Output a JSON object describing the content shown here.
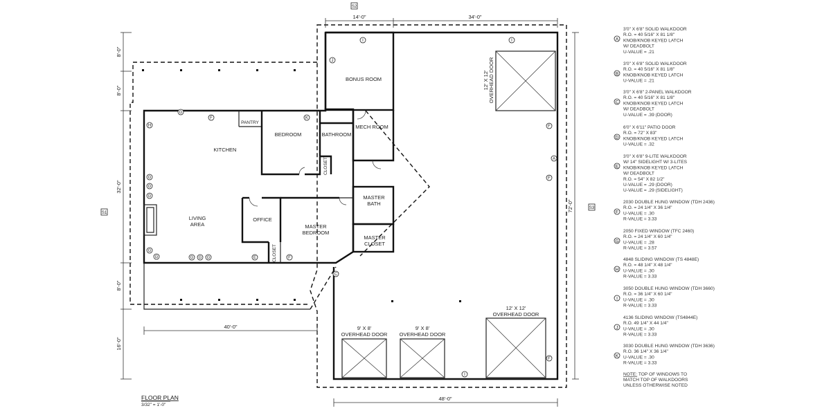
{
  "drawing": {
    "title": "FLOOR PLAN",
    "scale": "3/32\" = 1'-0\""
  },
  "rooms": {
    "kitchen": "KITCHEN",
    "pantry": "PANTRY",
    "bedroom": "BEDROOM",
    "bathroom": "BATHROOM",
    "closet": "CLOSET",
    "mechroom": "MECH ROOM",
    "bonus": "BONUS ROOM",
    "living_1": "LIVING",
    "living_2": "AREA",
    "office": "OFFICE",
    "master_bed_1": "MASTER",
    "master_bed_2": "BEDROOM",
    "master_bath_1": "MASTER",
    "master_bath_2": "BATH",
    "master_closet_1": "MASTER",
    "master_closet_2": "CLOSET"
  },
  "overhead_doors": {
    "large_top_1": "12' X 12'",
    "large_top_2": "OVERHEAD DOOR",
    "small_left_1": "9' X 8'",
    "small_left_2": "OVERHEAD DOOR",
    "small_mid_1": "9' X 8'",
    "small_mid_2": "OVERHEAD DOOR",
    "large_bottom_1": "12' X 12'",
    "large_bottom_2": "OVERHEAD DOOR"
  },
  "dimensions": {
    "top_left": "14'-0\"",
    "top_right": "34'-0\"",
    "left_1": "8'-0\"",
    "left_2": "8'-0\"",
    "left_3": "32'-0\"",
    "left_4": "8'-0\"",
    "left_5": "16'-0\"",
    "right": "72'-0\"",
    "bottom_40": "40'-0\"",
    "bottom_48": "48'-0\""
  },
  "sections": {
    "top": "S2",
    "left": "S1",
    "right": "S3"
  },
  "schedule": [
    {
      "key": "A",
      "lines": [
        "3'0\" X 6'8\" SOLID WALKDOOR",
        "R.O. = 40 5/16\" X 81 1/8\"",
        "KNOB/KNOB KEYED LATCH",
        "W/ DEADBOLT",
        "U-VALUE = .21"
      ]
    },
    {
      "key": "B",
      "lines": [
        "3'0\" X 6'8\" SOLID WALKDOOR",
        "R.O. = 40 5/16\" X 81 1/8\"",
        "KNOB/KNOB KEYED LATCH",
        "U-VALUE = .21"
      ]
    },
    {
      "key": "C",
      "lines": [
        "3'0\" X 6'8\" 2-PANEL WALKDOOR",
        "R.O. = 40 5/16\" X 81 1/8\"",
        "KNOB/KNOB KEYED LATCH",
        "W/ DEADBOLT",
        "U-VALUE = .39 (DOOR)"
      ]
    },
    {
      "key": "D",
      "lines": [
        "6'0\" X 6'11\" PATIO DOOR",
        "R.O. = 72\" X 83\"",
        "KNOB/KNOB KEYED LATCH",
        "U-VALUE = .32"
      ]
    },
    {
      "key": "E",
      "lines": [
        "3'0\" X 6'8\" 9-LITE WALKDOOR",
        "W/ 14\" SIDELIGHT W/ 3-LITES",
        "KNOB/KNOB KEYED LATCH",
        "W/ DEADBOLT",
        "R.O. = 54\" X 82 1/2\"",
        "U-VALUE = .29 (DOOR)",
        "U-VALUE = .29 (SIDELIGHT)"
      ]
    },
    {
      "key": "F",
      "lines": [
        "2030 DOUBLE HUNG WINDOW (TDH 2436)",
        "R.O. = 24 1/4\" X 36 1/4\"",
        "U-VALUE = .30",
        "R-VALUE = 3.33"
      ]
    },
    {
      "key": "G",
      "lines": [
        "2050 FIXED WINDOW (TFC 2460)",
        "R.O. = 24 1/4\" X 60 1/4\"",
        "U-VALUE = .28",
        "R-VALUE = 3.57"
      ]
    },
    {
      "key": "H",
      "lines": [
        "4848 SLIDING WINDOW (TS 4848E)",
        "R.O. = 48 1/4\" X 48 1/4\"",
        "U-VALUE = .30",
        "R-VALUE = 3.33"
      ]
    },
    {
      "key": "I",
      "lines": [
        "3050 DOUBLE HUNG WINDOW (TDH 3660)",
        "R.O. = 36 1/4\" X 60 1/4\"",
        "U-VALUE = .30",
        "R-VALUE = 3.33"
      ]
    },
    {
      "key": "J",
      "lines": [
        "4136 SLIDING WINDOW (TS4844E)",
        "R.O. 49 1/4\" X 44 1/4\"",
        "U-VALUE = .30",
        "R-VALUE = 3.33"
      ]
    },
    {
      "key": "K",
      "lines": [
        "3030 DOUBLE HUNG WINDOW (TDH 3636)",
        "R.O. 36 1/4\" X 36 1/4\"",
        "U-VALUE = .30",
        "R-VALUE = 3.33"
      ]
    }
  ],
  "note": {
    "label": "NOTE:",
    "line1": " TOP OF WINDOWS TO",
    "line2": "MATCH TOP OF WALKDOORS",
    "line3": "UNLESS OTHERWISE NOTED"
  }
}
